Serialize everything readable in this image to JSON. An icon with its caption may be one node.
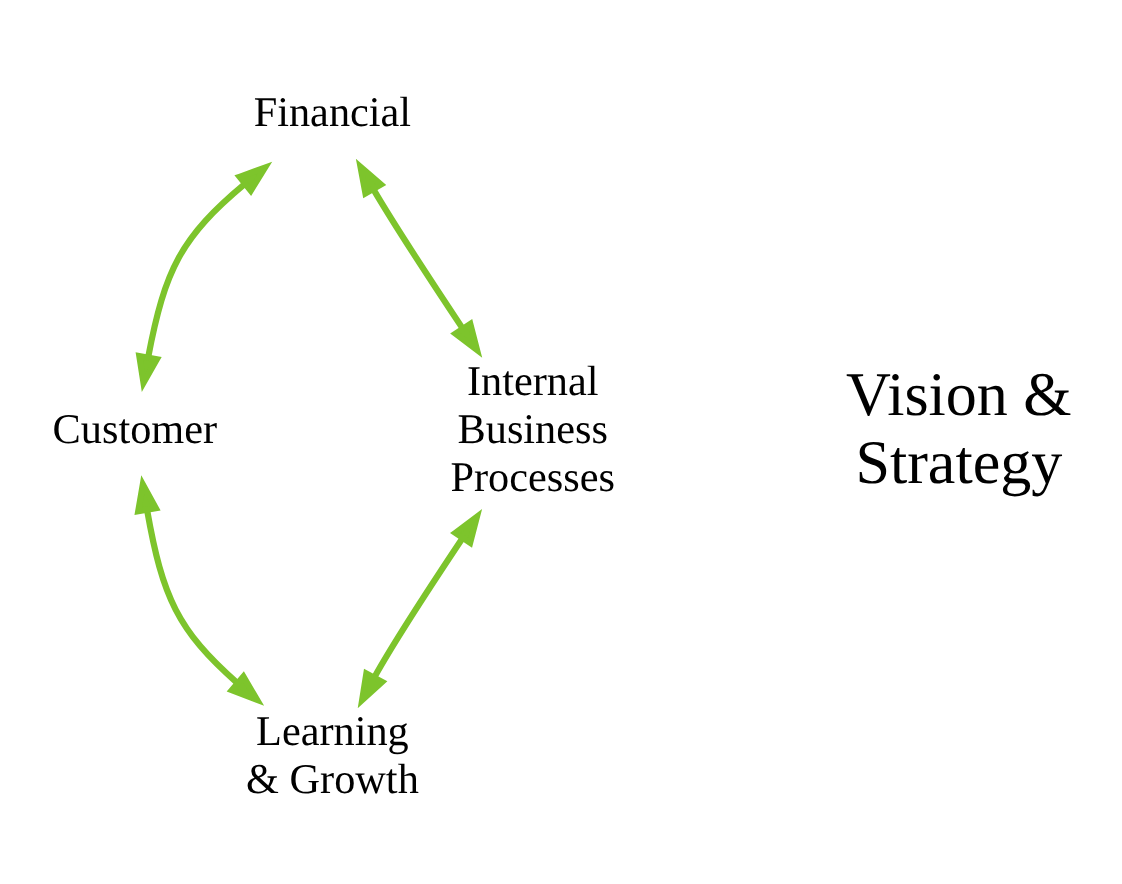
{
  "diagram": {
    "nodes": [
      {
        "text": [
          "Financial"
        ]
      },
      {
        "text": [
          "Customer"
        ]
      },
      {
        "text": [
          "Vision & Strategy"
        ]
      },
      {
        "text": [
          "Internal Business Processes"
        ]
      },
      {
        "text": [
          "Learning & Growth"
        ]
      }
    ],
    "edges": [
      {
        "from": 0,
        "to": 1,
        "arrow": "both"
      },
      {
        "from": 0,
        "to": 3,
        "arrow": "both"
      },
      {
        "from": 1,
        "to": 4,
        "arrow": "both"
      },
      {
        "from": 3,
        "to": 4,
        "arrow": "both"
      }
    ]
  }
}
